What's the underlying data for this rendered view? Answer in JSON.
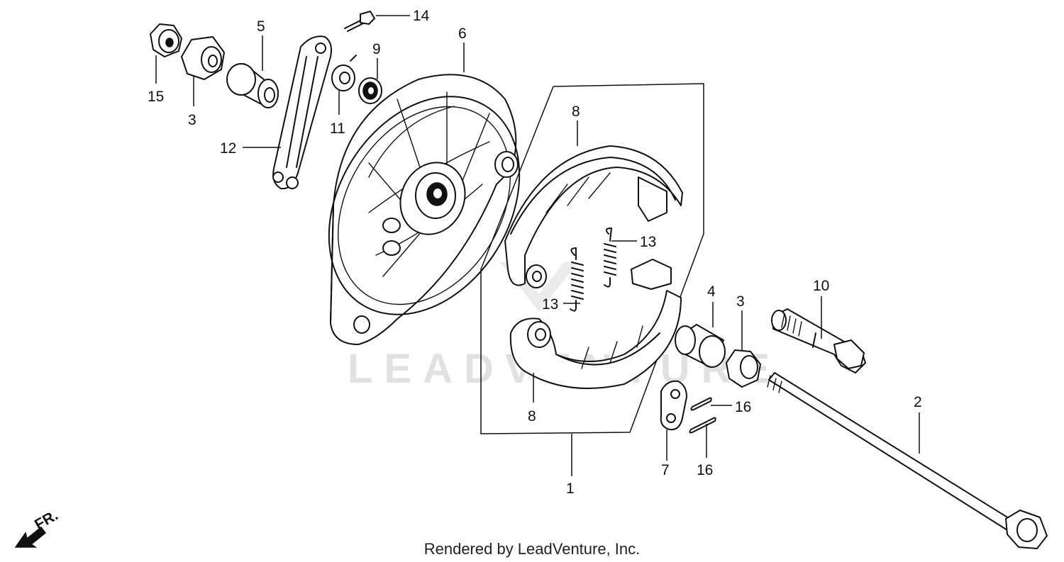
{
  "watermark": "LEADVENTURE",
  "credit": "Rendered by LeadVenture, Inc.",
  "direction_label": "FR.",
  "callouts": {
    "c1": "1",
    "c2": "2",
    "c3a": "3",
    "c3b": "3",
    "c4": "4",
    "c5": "5",
    "c6": "6",
    "c7": "7",
    "c8a": "8",
    "c8b": "8",
    "c9": "9",
    "c10": "10",
    "c11": "11",
    "c12": "12",
    "c13a": "13",
    "c13b": "13",
    "c14": "14",
    "c15": "15",
    "c16a": "16",
    "c16b": "16"
  }
}
